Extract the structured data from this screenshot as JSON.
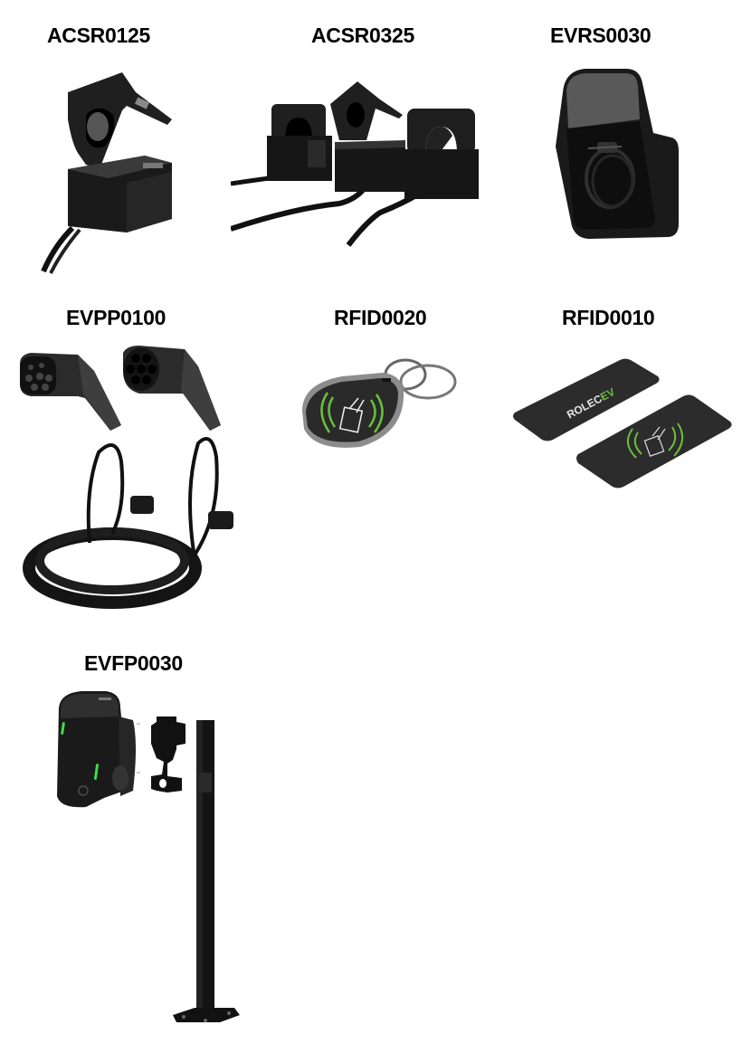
{
  "products": [
    {
      "code": "ACSR0125",
      "image": "single-split-core-ct-clamp"
    },
    {
      "code": "ACSR0325",
      "image": "three-split-core-ct-clamps"
    },
    {
      "code": "EVRS0030",
      "image": "wall-mounted-connector-holster"
    },
    {
      "code": "EVPP0100",
      "image": "type2-charging-cable-coiled"
    },
    {
      "code": "RFID0020",
      "image": "rfid-key-fob"
    },
    {
      "code": "RFID0010",
      "image": "rfid-cards"
    },
    {
      "code": "EVFP0030",
      "image": "charger-with-mounting-bracket-and-post"
    }
  ],
  "card_brand": {
    "primary": "ROLEC",
    "accent": "EV"
  },
  "colors": {
    "text": "#000000",
    "background": "#ffffff",
    "product_black": "#1c1c1c",
    "product_grey": "#4a4a4a",
    "rfid_green": "#6abf3c",
    "led_green": "#3ddc4a"
  }
}
